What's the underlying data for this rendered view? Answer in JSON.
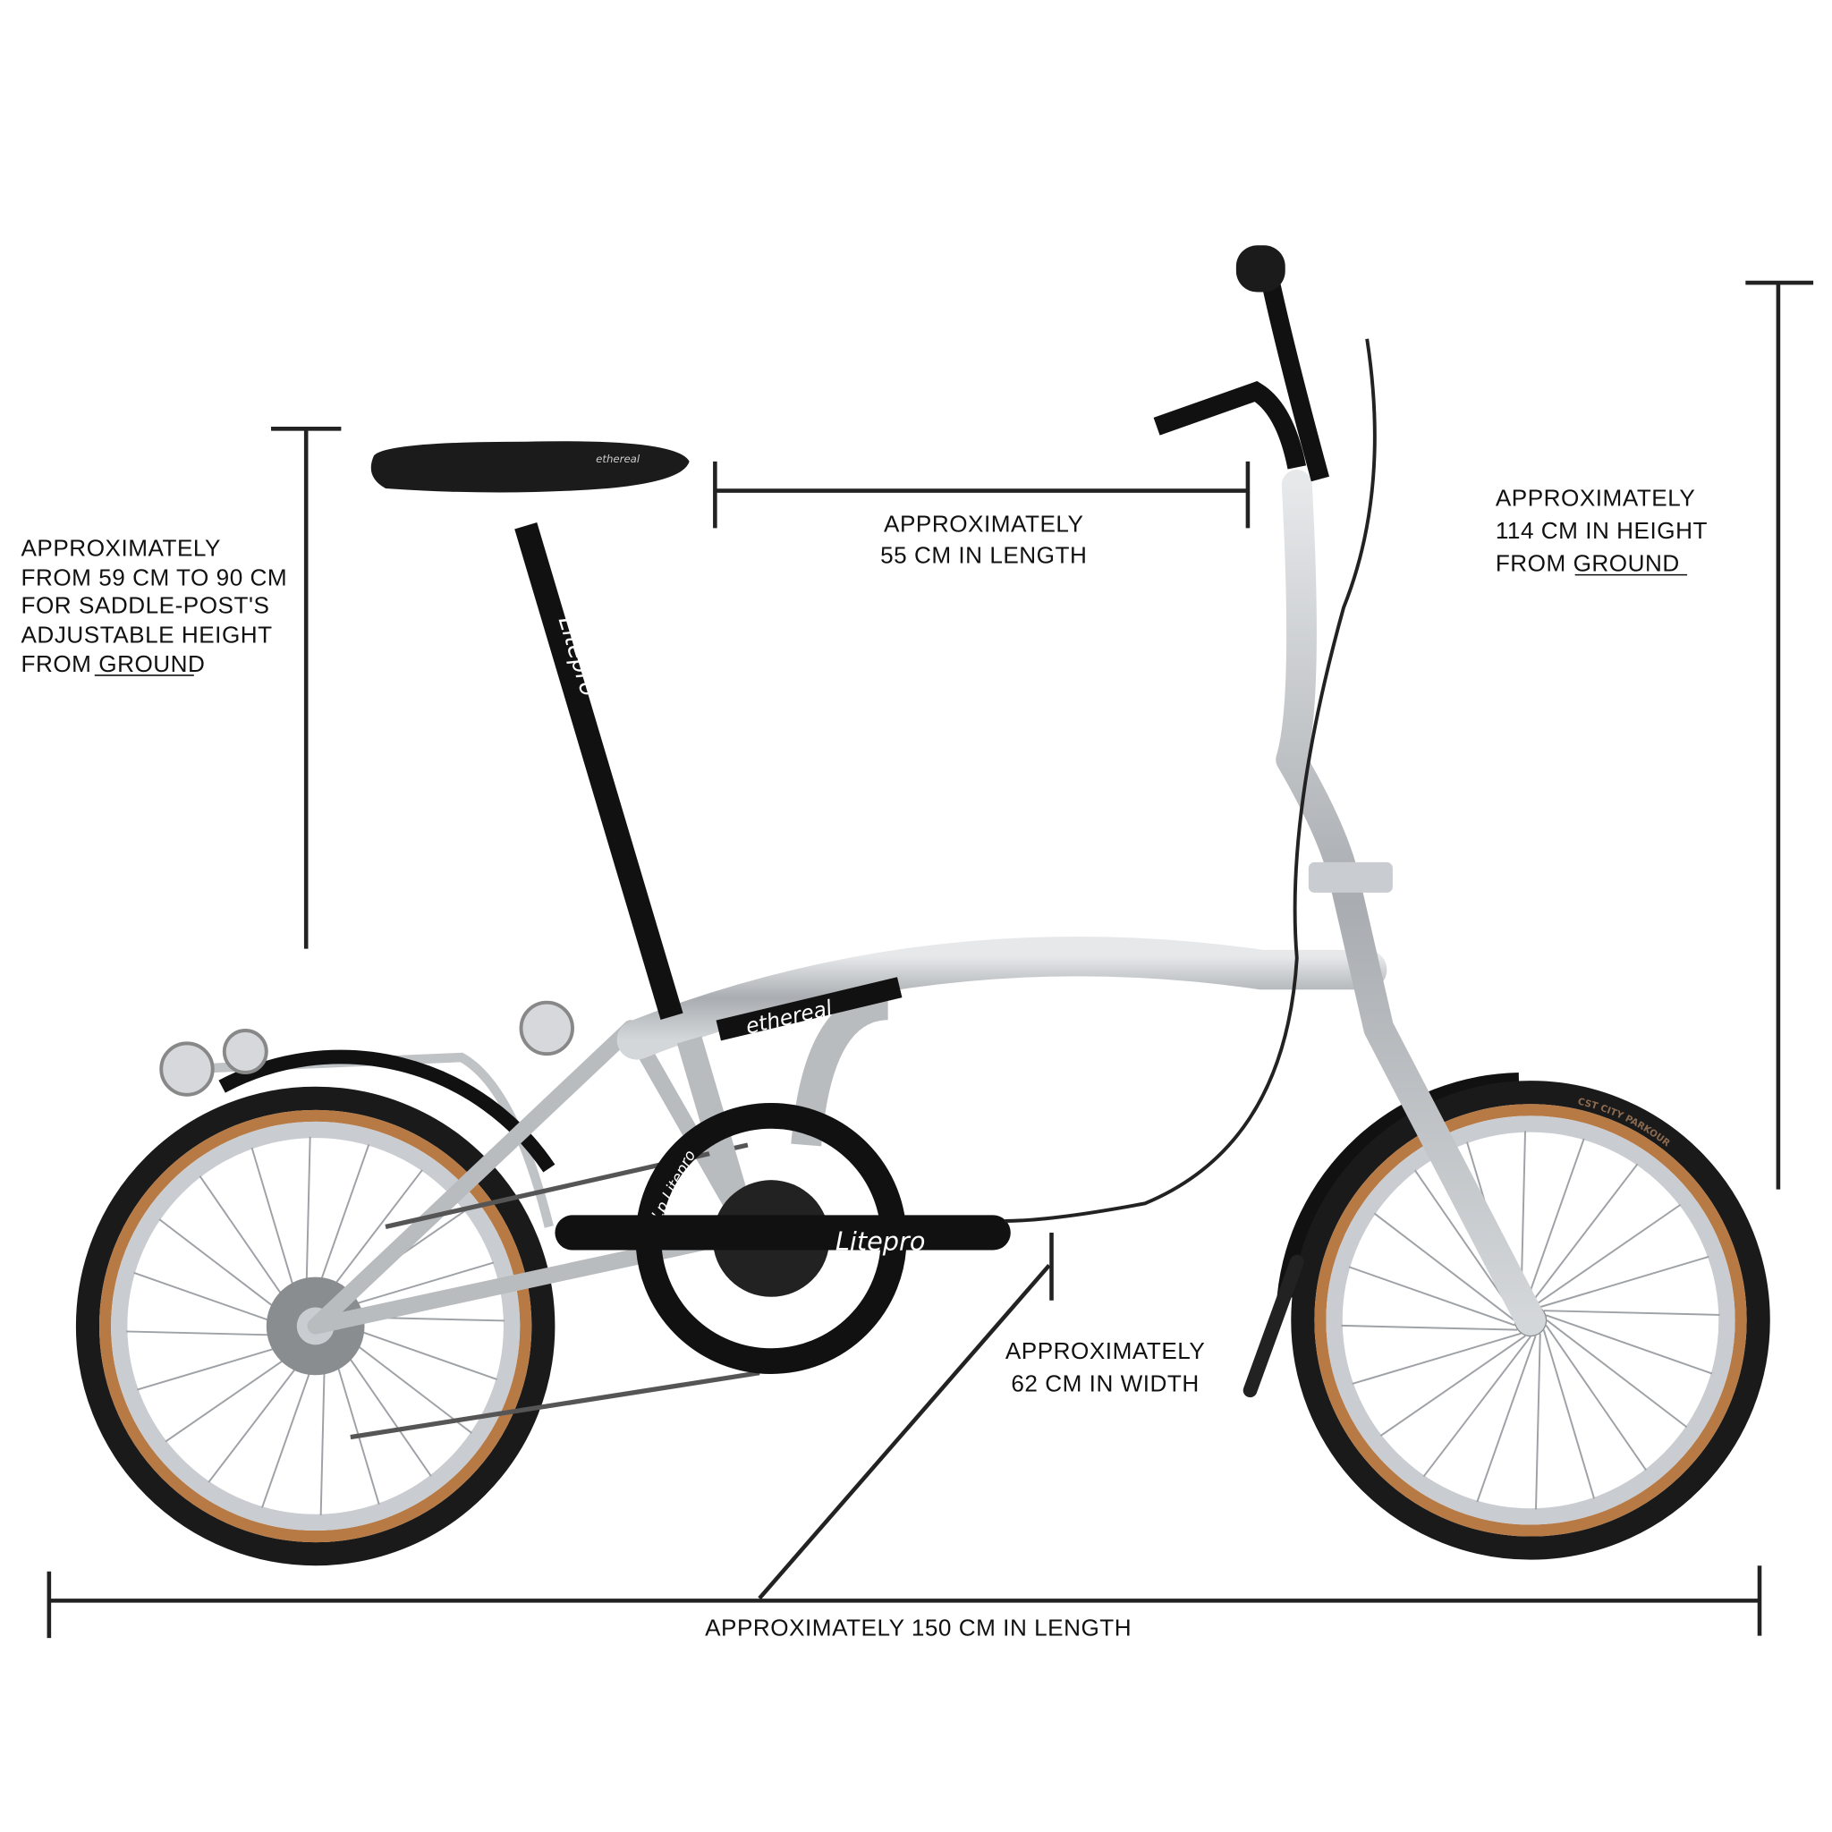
{
  "annotations": {
    "saddle_height": {
      "lines": [
        "APPROXIMATELY",
        "FROM 59 CM TO 90 CM",
        "FOR SADDLE-POST'S",
        "ADJUSTABLE HEIGHT",
        "FROM "
      ],
      "underlined": "GROUND"
    },
    "top_length": {
      "lines": [
        "APPROXIMATELY",
        "55 CM IN LENGTH"
      ]
    },
    "total_height": {
      "lines": [
        "APPROXIMATELY",
        "114 CM IN HEIGHT",
        "FROM "
      ],
      "underlined": "GROUND"
    },
    "width": {
      "lines": [
        "APPROXIMATELY",
        "62 CM IN WIDTH"
      ]
    },
    "total_length": {
      "text": "APPROXIMATELY 150 CM IN LENGTH"
    }
  },
  "bike_logos": {
    "saddle": "ethereal",
    "frame": "ethereal",
    "seatpost": "Litepro",
    "crank": "Litepro",
    "chainring": "Lp Litepro",
    "tire": "CST CITY PARKOUR"
  },
  "colors": {
    "line": "#222222",
    "frame": "#b9bcbf",
    "tire": "#1a1a1a",
    "tire_wall": "#b87a45",
    "rim": "#c9ccd0"
  }
}
